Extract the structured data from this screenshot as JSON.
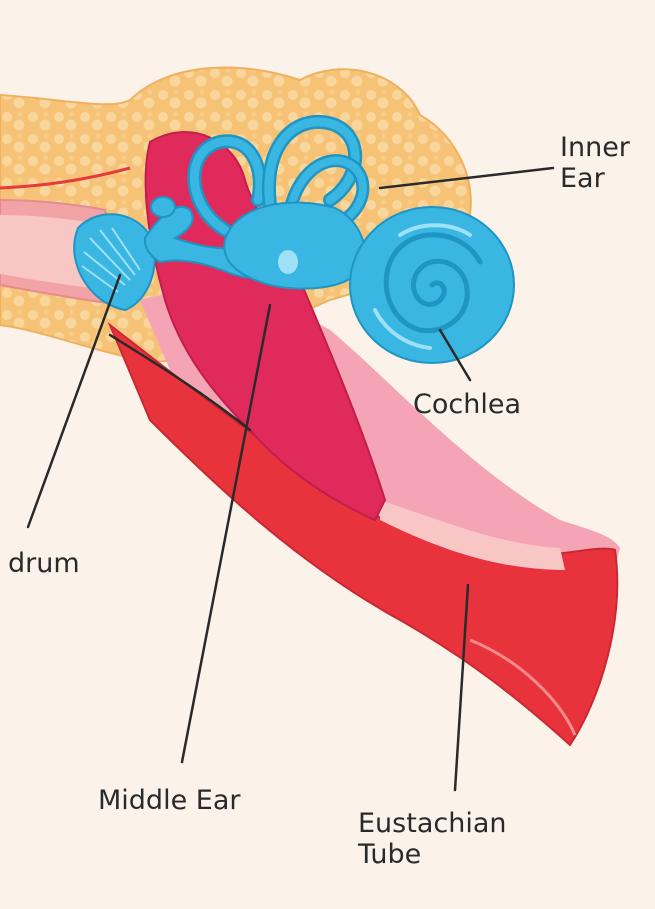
{
  "labels": {
    "inner_ear": [
      "Inner",
      "Ear"
    ],
    "cochlea": "Cochlea",
    "drum": "drum",
    "middle_ear": "Middle Ear",
    "eustachian_tube": [
      "Eustachian",
      "Tube"
    ]
  },
  "colors": {
    "background": "#fbf3ea",
    "bone": "#f6c276",
    "ear_canal": "#f2a3a6",
    "middle_ear": "#e02a5c",
    "eustachian_tube": "#e8333d",
    "inner_ear": "#3ab6e2",
    "leader_line": "#2a2a2a"
  }
}
